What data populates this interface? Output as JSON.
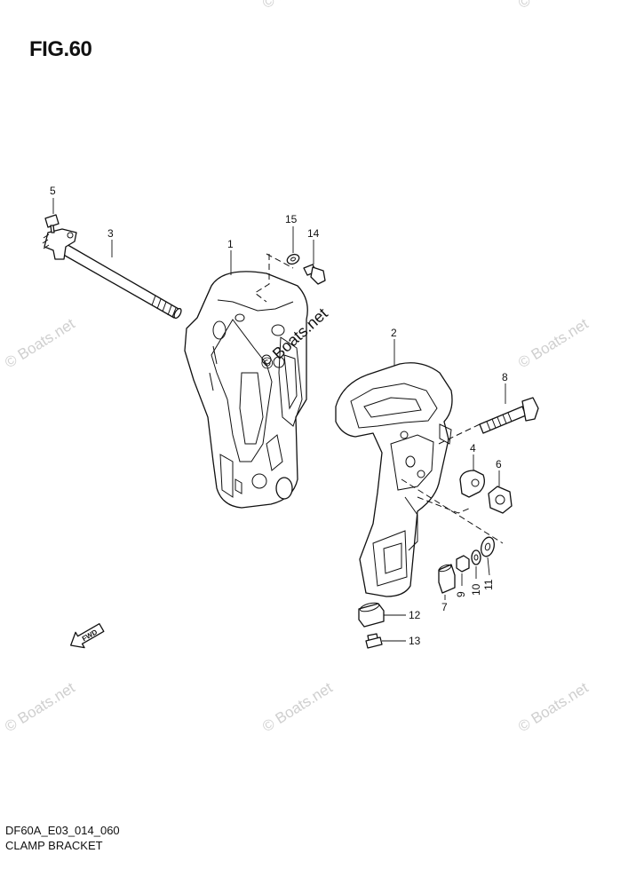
{
  "figure": {
    "title": "FIG.60",
    "model_code": "DF60A_E03_014_060",
    "name": "CLAMP BRACKET"
  },
  "watermark": "© Boats.net",
  "fwd_arrow_label": "FWD",
  "callouts": [
    "1",
    "2",
    "3",
    "4",
    "5",
    "6",
    "7",
    "8",
    "9",
    "10",
    "11",
    "12",
    "13",
    "14",
    "15"
  ],
  "colors": {
    "line": "#111111",
    "watermark": "#cfcfcf",
    "background": "#ffffff"
  }
}
